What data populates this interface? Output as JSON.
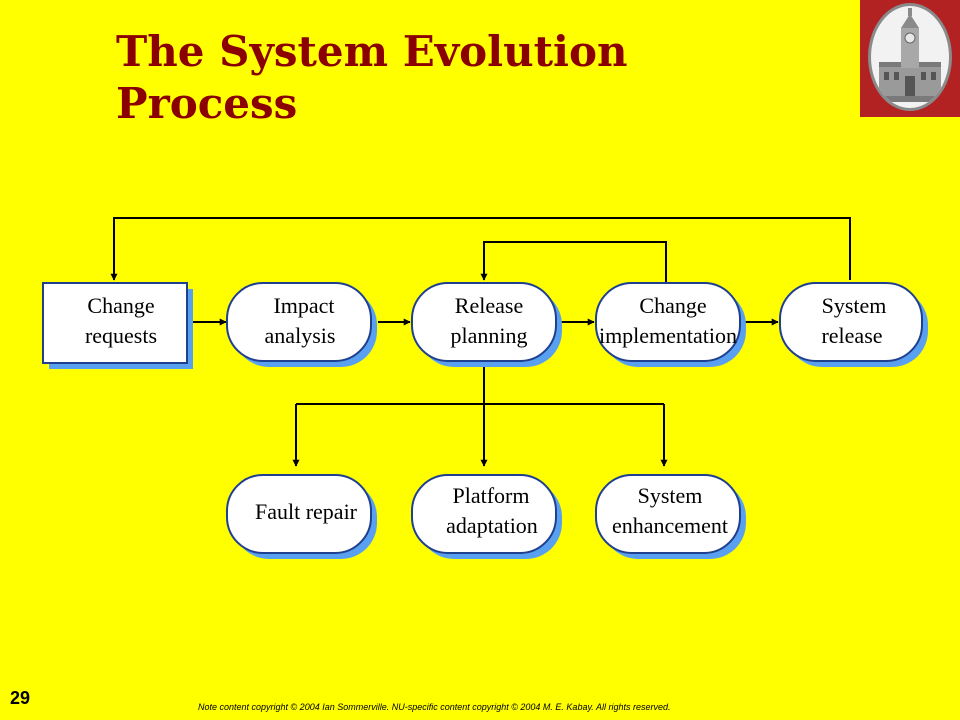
{
  "slide": {
    "title_line1": "The System Evolution",
    "title_line2": "Process",
    "number": "29",
    "copyright": "Note content copyright © 2004 Ian Sommerville.  NU-specific content copyright © 2004 M. E. Kabay.  All rights reserved."
  },
  "logo": {
    "icon": "clock-tower-seal-icon"
  },
  "diagram": {
    "nodes": {
      "change_requests": {
        "line1": "Change",
        "line2": "requests",
        "shape": "rectangle"
      },
      "impact_analysis": {
        "line1": "Impact",
        "line2": "analysis",
        "shape": "rounded"
      },
      "release_planning": {
        "line1": "Release",
        "line2": "planning",
        "shape": "rounded"
      },
      "change_implementation": {
        "line1": "Change",
        "line2": "implementation",
        "shape": "rounded"
      },
      "system_release": {
        "line1": "System",
        "line2": "release",
        "shape": "rounded"
      },
      "fault_repair": {
        "line1": "Fault repair",
        "shape": "rounded"
      },
      "platform_adaptation": {
        "line1": "Platform",
        "line2": "adaptation",
        "shape": "rounded"
      },
      "system_enhancement": {
        "line1": "System",
        "line2": "enhancement",
        "shape": "rounded"
      }
    },
    "colors": {
      "node_fill": "#ffffff",
      "node_shadow": "#5aa0f0",
      "node_border": "#1f3f8f",
      "line": "#000000"
    }
  }
}
